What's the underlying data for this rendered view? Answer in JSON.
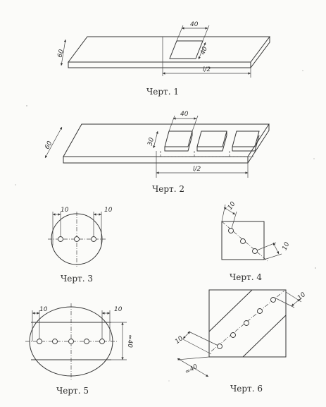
{
  "figures": [
    {
      "caption": "Черт. 1",
      "dims": [
        "40",
        "60",
        "40",
        "l/2"
      ]
    },
    {
      "caption": "Черт. 2",
      "dims": [
        "40",
        "60",
        "30",
        "l/2"
      ]
    },
    {
      "caption": "Черт. 3",
      "dims": [
        "10",
        "10"
      ]
    },
    {
      "caption": "Черт. 4",
      "dims": [
        "10",
        "10"
      ]
    },
    {
      "caption": "Черт. 5",
      "dims": [
        "10",
        "10",
        "≈40"
      ]
    },
    {
      "caption": "Черт. 6",
      "dims": [
        "10",
        "10",
        "≈40"
      ]
    }
  ],
  "colors": {
    "line": "#333333",
    "paper": "#fbfbf9",
    "rainbow_strip": [
      "#d4a0ff",
      "#a0d0ff",
      "#ffe680"
    ]
  }
}
